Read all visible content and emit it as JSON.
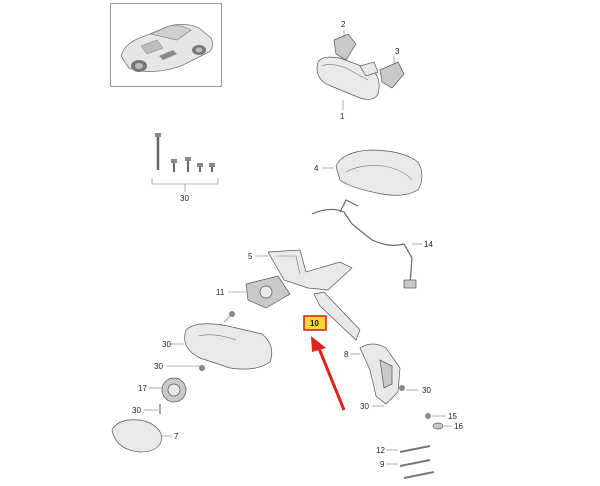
{
  "callouts": {
    "p1": "1",
    "p2": "2",
    "p3": "3",
    "p4": "4",
    "p5": "5",
    "p7": "7",
    "p8": "8",
    "p9": "9",
    "p10": "10",
    "p11": "11",
    "p12": "12",
    "p14": "14",
    "p15": "15",
    "p16": "16",
    "p17": "17",
    "p30a": "30",
    "p30b": "30",
    "p30c": "30",
    "p30d": "30",
    "p30e": "30",
    "p30f": "30"
  },
  "colors": {
    "highlight_fill": "#f6d83a",
    "highlight_border": "#d8261e",
    "arrow": "#e0221b"
  },
  "icons": {
    "vehicle": "car-thumbnail-icon",
    "pointer": "red-arrow-icon"
  }
}
